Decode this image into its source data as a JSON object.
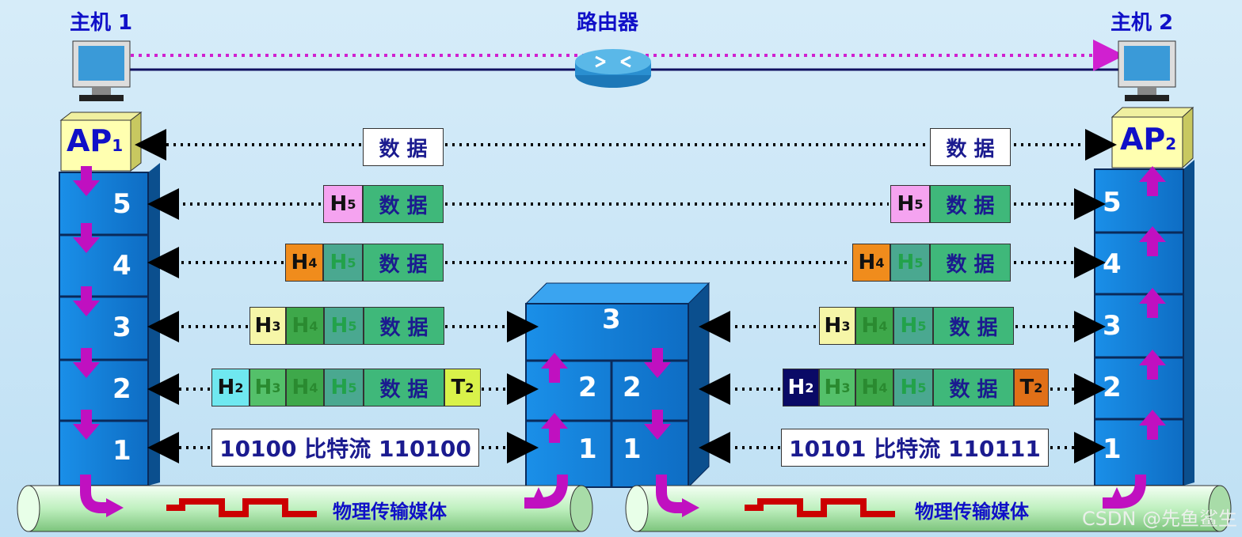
{
  "labels": {
    "host1": "主机 1",
    "host2": "主机 2",
    "router": "路由器"
  },
  "app": {
    "name": "AP",
    "sub1": "1",
    "sub2": "2"
  },
  "stack_layers": [
    "5",
    "4",
    "3",
    "2",
    "1"
  ],
  "router_stack": {
    "top": "3",
    "mid": "2",
    "bottom": "1"
  },
  "data_text": "数 据",
  "headers": {
    "H": "H",
    "T": "T",
    "h5": "5",
    "h4": "4",
    "h3": "3",
    "h2": "2",
    "t2": "2"
  },
  "bitstream": {
    "left": "10100 比特流 110100",
    "right": "10101 比特流 110111"
  },
  "medium_label": "物理传输媒体",
  "watermark": "CSDN @先鱼鲨生",
  "colors": {
    "h5": "#f5a3f0",
    "h4": "#f08c1c",
    "h3": "#f6f6a8",
    "h2_left": "#6fe8f0",
    "h2_right": "#0a0a66",
    "t2_left": "#d9f24a",
    "t2_right": "#e07018",
    "data": "#3fb87a",
    "layer": "#1a8fe8",
    "arrow": "#c010c0",
    "dotted": "#d020d0"
  }
}
